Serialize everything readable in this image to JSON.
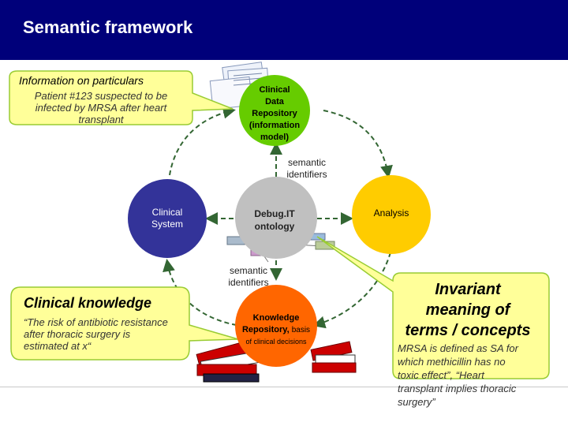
{
  "header": {
    "title": "Semantic framework"
  },
  "colors": {
    "header_bg": "#00007a",
    "callout_fill": "#ffff99",
    "callout_stroke": "#99cc33",
    "green_node": "#66cc00",
    "blue_node": "#333399",
    "gray_node": "#c0c0c0",
    "yellow_node": "#ffcc00",
    "orange_node": "#ff6600",
    "arrow": "#336633"
  },
  "callouts": {
    "particulars": {
      "title": "Information on particulars",
      "body": [
        "Patient #123 suspected to be",
        "infected by MRSA after heart",
        "transplant"
      ]
    },
    "knowledge": {
      "title": "Clinical knowledge",
      "body": [
        "“The risk of antibiotic resistance",
        "after thoracic surgery is",
        "estimated at x“"
      ]
    },
    "invariant": {
      "title": [
        "Invariant",
        "meaning of",
        "terms / concepts"
      ],
      "body": [
        "MRSA is defined as SA for",
        "which methicillin has no",
        "toxic effect”, “Heart",
        "transplant implies thoracic",
        "surgery”"
      ]
    }
  },
  "nodes": {
    "clinical_data_repository": [
      "Clinical",
      "Data",
      "Repository",
      "(information",
      "model)"
    ],
    "clinical_system": [
      "Clinical",
      "System"
    ],
    "debugit_ontology": [
      "Debug.IT",
      "ontology"
    ],
    "analysis": [
      "Analysis"
    ],
    "knowledge_repository": {
      "lines": [
        "Knowledge",
        "Repository,"
      ],
      "suffix": "basis",
      "tail": "of clinical decisions"
    }
  },
  "labels": {
    "semantic_identifiers_top": [
      "semantic",
      "identifiers"
    ],
    "semantic_identifiers_bottom": [
      "semantic",
      "identifiers"
    ]
  }
}
